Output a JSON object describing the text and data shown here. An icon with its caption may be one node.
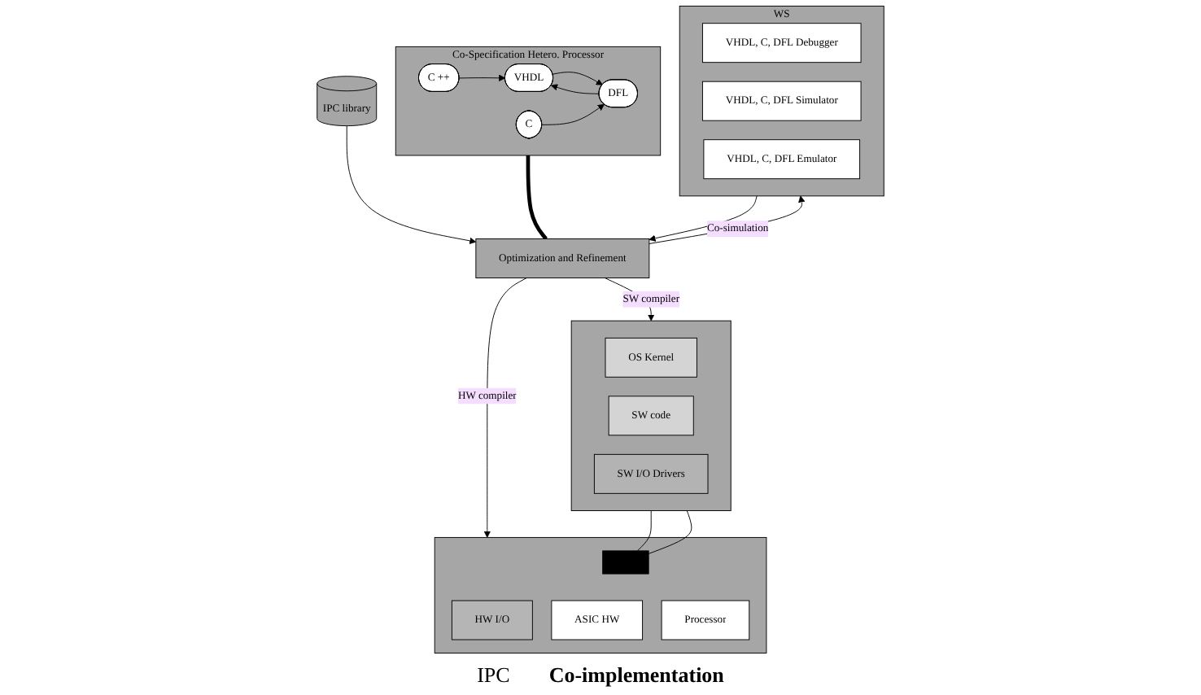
{
  "diagram": {
    "nodes": [
      {
        "text": [
          "Co-Specification Hetero. Processor"
        ]
      },
      {
        "text": [
          "C ++"
        ],
        "in": 0
      },
      {
        "text": [
          "VHDL"
        ],
        "in": 0
      },
      {
        "text": [
          "DFL"
        ],
        "in": 0
      },
      {
        "text": [
          "C"
        ],
        "in": 0
      },
      {
        "text": [
          "Optimization and Refinement"
        ]
      },
      {
        "text": [
          "WS"
        ]
      },
      {
        "text": [
          "VHDL, C, DFL Debugger"
        ],
        "in": 6
      },
      {
        "text": [
          "VHDL, C, DFL Simulator"
        ],
        "in": 6
      },
      {
        "text": [
          "VHDL, C, DFL Emulator"
        ],
        "in": 6
      },
      {
        "text": [
          "IPC library"
        ]
      },
      {
        "text": [],
        "shape": "box"
      },
      {
        "text": [
          "OS Kernel"
        ],
        "in": 11
      },
      {
        "text": [
          "SW code"
        ],
        "in": 11
      },
      {
        "text": [
          "SW I/O Drivers"
        ],
        "in": 11
      },
      {
        "text": [],
        "shape": "box"
      },
      {
        "text": [
          "HW I/O"
        ],
        "in": 15
      },
      {
        "text": [
          "ASIC HW"
        ],
        "in": 15
      },
      {
        "text": [],
        "shape": "box",
        "in": 15
      },
      {
        "text": [
          "Processor"
        ],
        "in": 15
      }
    ],
    "edges": [
      {
        "from": 1,
        "to": 2,
        "arrow": "to"
      },
      {
        "from": 2,
        "to": 3,
        "arrow": "to"
      },
      {
        "from": 3,
        "to": 2,
        "arrow": "to"
      },
      {
        "from": 4,
        "to": 3,
        "arrow": "to"
      },
      {
        "from": 0,
        "to": 5,
        "arrow": "none",
        "style": "thick"
      },
      {
        "from": 5,
        "to": 6,
        "arrow": "to",
        "label": "Co-simulation"
      },
      {
        "from": 5,
        "to": 11,
        "arrow": "to",
        "label": "SW compiler"
      },
      {
        "from": 5,
        "to": 15,
        "arrow": "to",
        "label": "HW compiler"
      },
      {
        "from": 6,
        "to": 5,
        "arrow": "to"
      },
      {
        "from": 10,
        "to": 5,
        "arrow": "to"
      },
      {
        "from": 11,
        "to": 18,
        "arrow": "none"
      },
      {
        "from": 11,
        "to": 18,
        "arrow": "none"
      }
    ],
    "labels": [
      "IPC",
      "Co-implementation"
    ]
  }
}
